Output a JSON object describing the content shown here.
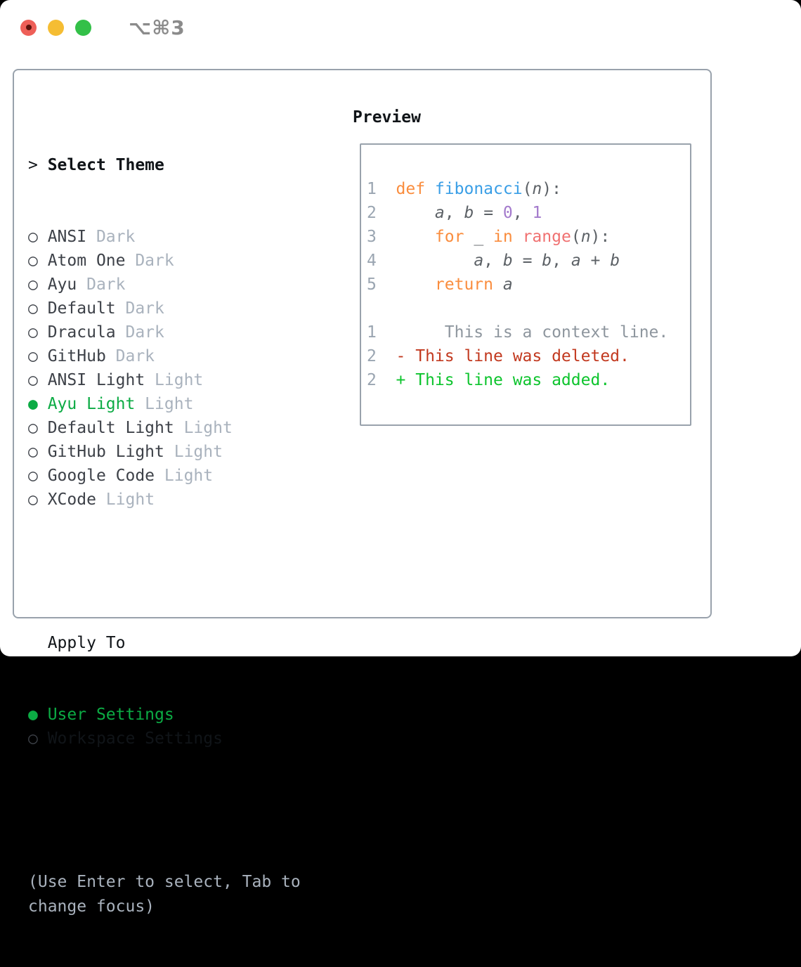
{
  "colors": {
    "accent_green": "#0cab44",
    "keyword": "#fa8d3e",
    "function": "#399ee6",
    "number": "#a37acc",
    "builtin": "#f07171",
    "code": "#5c6166",
    "context": "#8e969e",
    "removed": "#c2391f",
    "added": "#0dc42d",
    "lineno": "#9aa5b1",
    "muted": "#a9b2bd",
    "text": "#3d4148",
    "heading": "#101418",
    "border": "#99a2ac",
    "title_gray": "#8b8b8b",
    "light_red": "#ee5f58",
    "light_red_dot": "#5c120c",
    "light_yellow": "#f5bd33",
    "light_green": "#33c048"
  },
  "window": {
    "title": "⌥⌘3",
    "traffic_lights": [
      "close",
      "minimize",
      "zoom"
    ]
  },
  "theme_panel": {
    "header_prefix": "> ",
    "header": "Select Theme",
    "bullet_selected": "● ",
    "bullet_unselected": "○ ",
    "items": [
      {
        "name": "ANSI",
        "variant": "Dark",
        "selected": false
      },
      {
        "name": "Atom One",
        "variant": "Dark",
        "selected": false
      },
      {
        "name": "Ayu",
        "variant": "Dark",
        "selected": false
      },
      {
        "name": "Default",
        "variant": "Dark",
        "selected": false
      },
      {
        "name": "Dracula",
        "variant": "Dark",
        "selected": false
      },
      {
        "name": "GitHub",
        "variant": "Dark",
        "selected": false
      },
      {
        "name": "ANSI Light",
        "variant": "Light",
        "selected": false
      },
      {
        "name": "Ayu Light",
        "variant": "Light",
        "selected": true
      },
      {
        "name": "Default Light",
        "variant": "Light",
        "selected": false
      },
      {
        "name": "GitHub Light",
        "variant": "Light",
        "selected": false
      },
      {
        "name": "Google Code",
        "variant": "Light",
        "selected": false
      },
      {
        "name": "XCode",
        "variant": "Light",
        "selected": false
      }
    ],
    "apply_header": "Apply To",
    "apply_items": [
      {
        "name": "User Settings",
        "selected": true
      },
      {
        "name": "Workspace Settings",
        "selected": false
      }
    ],
    "hint": "(Use Enter to select, Tab to change focus)"
  },
  "preview": {
    "header": "Preview",
    "lines": [
      {
        "num": "1",
        "segs": [
          [
            "def",
            "keyword"
          ],
          [
            " ",
            "code"
          ],
          [
            "fibonacci",
            "function"
          ],
          [
            "(",
            "code"
          ],
          [
            "n",
            "code",
            "i"
          ],
          [
            "):",
            "code"
          ]
        ]
      },
      {
        "num": "2",
        "segs": [
          [
            "    ",
            "code"
          ],
          [
            "a",
            "code",
            "i"
          ],
          [
            ", ",
            "code"
          ],
          [
            "b",
            "code",
            "i"
          ],
          [
            " = ",
            "code"
          ],
          [
            "0",
            "number"
          ],
          [
            ", ",
            "code"
          ],
          [
            "1",
            "number"
          ]
        ]
      },
      {
        "num": "3",
        "segs": [
          [
            "    ",
            "code"
          ],
          [
            "for",
            "keyword"
          ],
          [
            " _ ",
            "code"
          ],
          [
            "in",
            "keyword"
          ],
          [
            " ",
            "code"
          ],
          [
            "range",
            "builtin"
          ],
          [
            "(",
            "code"
          ],
          [
            "n",
            "code",
            "i"
          ],
          [
            "):",
            "code"
          ]
        ]
      },
      {
        "num": "4",
        "segs": [
          [
            "        ",
            "code"
          ],
          [
            "a",
            "code",
            "i"
          ],
          [
            ", ",
            "code"
          ],
          [
            "b",
            "code",
            "i"
          ],
          [
            " = ",
            "code"
          ],
          [
            "b",
            "code",
            "i"
          ],
          [
            ", ",
            "code"
          ],
          [
            "a",
            "code",
            "i"
          ],
          [
            " + ",
            "code"
          ],
          [
            "b",
            "code",
            "i"
          ]
        ]
      },
      {
        "num": "5",
        "segs": [
          [
            "    ",
            "code"
          ],
          [
            "return",
            "keyword"
          ],
          [
            " ",
            "code"
          ],
          [
            "a",
            "code",
            "i"
          ]
        ]
      },
      {
        "num": "",
        "segs": []
      },
      {
        "num": "1",
        "segs": [
          [
            "     This is a context line.",
            "context"
          ]
        ]
      },
      {
        "num": "2",
        "segs": [
          [
            "- This line was deleted.",
            "removed"
          ]
        ]
      },
      {
        "num": "2",
        "segs": [
          [
            "+ This line was added.",
            "added"
          ]
        ]
      }
    ]
  }
}
